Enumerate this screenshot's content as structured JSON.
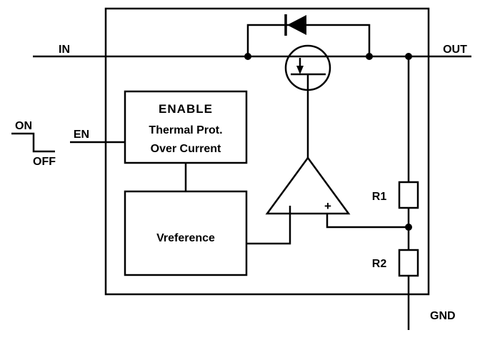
{
  "diagram": {
    "background_color": "#ffffff",
    "line_color": "#000000",
    "pins": {
      "in": "IN",
      "out": "OUT",
      "en": "EN",
      "gnd": "GND"
    },
    "enable_waveform": {
      "high_label": "ON",
      "low_label": "OFF"
    },
    "enable_block": {
      "title": "ENABLE",
      "line2": "Thermal Prot.",
      "line3": "Over Current"
    },
    "reference_block": {
      "label": "Vreference"
    },
    "error_amp": {
      "noninverting_label": "+"
    },
    "divider": {
      "r1_label": "R1",
      "r2_label": "R2"
    }
  }
}
